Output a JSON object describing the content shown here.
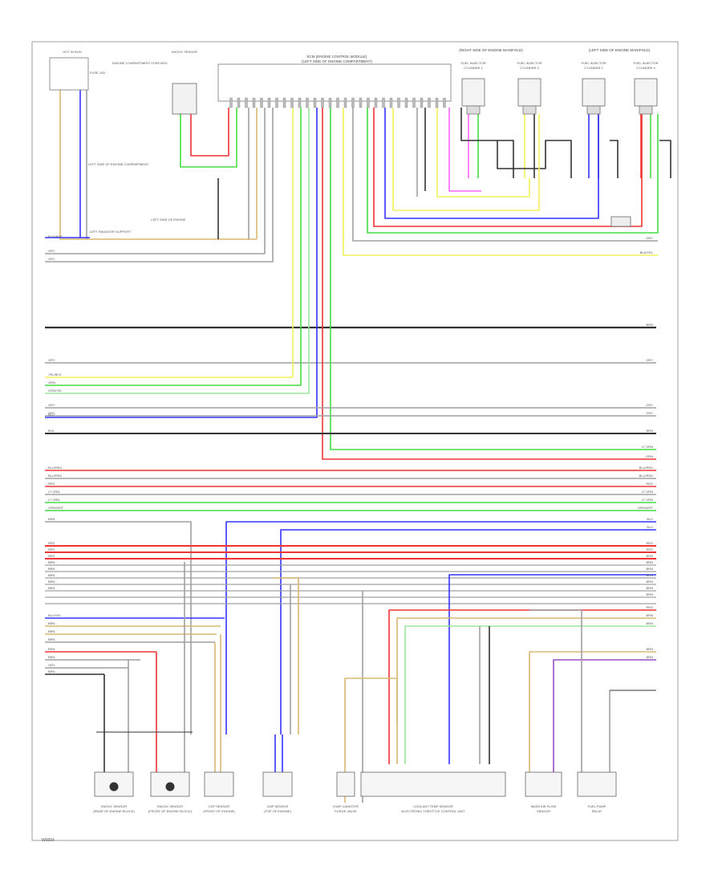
{
  "diagram": {
    "page_code": "W0004",
    "colors": {
      "red": "#ee3333",
      "green": "#44dd44",
      "blue": "#3333ff",
      "yellow": "#f2f25a",
      "black": "#333333",
      "gray": "#a0a0a0",
      "pink": "#ff66ff",
      "tan": "#d8b870",
      "violet": "#9b4dca",
      "lightgreen": "#9be89b",
      "frame": "#888888"
    },
    "top_labels": {
      "ecm": "ECM (ENGINE CONTROL MODULE)",
      "ecm_sub": "(LEFT SIDE OF ENGINE COMPARTMENT)",
      "right_bank": "(RIGHT SIDE OF ENGINE MANIFOLD)",
      "left_bank": "(LEFT SIDE OF ENGINE MANIFOLD)"
    },
    "fuel_injectors": [
      {
        "label": "FUEL INJECTOR",
        "sub": "CYLINDER 1"
      },
      {
        "label": "FUEL INJECTOR",
        "sub": "CYLINDER 3"
      },
      {
        "label": "FUEL INJECTOR",
        "sub": "CYLINDER 2"
      },
      {
        "label": "FUEL INJECTOR",
        "sub": "CYLINDER 4"
      }
    ],
    "top_left": {
      "hot_fuse": "HOT IN RUN",
      "fuse_box": "ENGINE COMPARTMENT FUSE BOX",
      "fuse": "FUSE 10A",
      "ground": "LEFT RADIATOR SUPPORT",
      "sensor": "KNOCK SENSOR",
      "splice": "LEFT SIDE OF ENGINE COMPARTMENT",
      "ground2": "LEFT SIDE OF ENGINE"
    },
    "left_wire_labels": [
      "BLK/WHT",
      "GRY",
      "GRY",
      "GRY",
      "YEL/BLK",
      "GRN",
      "GRN/YEL",
      "GRY",
      "GRY",
      "BLU",
      "BLK",
      "BLU/RED",
      "BLU/RED",
      "RED",
      "LT GRN",
      "LT GRN",
      "GRN/WHT",
      "BRN",
      "RED",
      "RED",
      "RED",
      "BRN",
      "BRN",
      "BRN",
      "BRN",
      "BRN",
      "BLU/YEL",
      "BRN",
      "BRN",
      "BRN",
      "BRN",
      "BRN",
      "GRY",
      "BRN"
    ],
    "right_wire_labels": [
      "GRY",
      "BLK/YEL",
      "BRN",
      "GRY",
      "GRY",
      "GRY",
      "BRN",
      "LT GRN",
      "GRN",
      "BLU/RED",
      "BLU/RED",
      "RED",
      "LT GRN",
      "LT GRN",
      "GRN/WHT",
      "BLU",
      "BLU",
      "RED",
      "RED",
      "BRN",
      "BRN",
      "BRN",
      "BRN",
      "BRN",
      "BRN",
      "BRN",
      "RED",
      "BRN",
      "BRN",
      "BRN",
      "BRN"
    ],
    "bottom_components": [
      {
        "label": "KNOCK SENSOR",
        "sub": "(REAR OF ENGINE BLOCK)"
      },
      {
        "label": "KNOCK SENSOR",
        "sub": "(FRONT OF ENGINE BLOCK)"
      },
      {
        "label": "CKP SENSOR",
        "sub": "(FRONT OF ENGINE)"
      },
      {
        "label": "CMP SENSOR",
        "sub": "(TOP OF ENGINE)"
      },
      {
        "label": "EVAP CANISTER",
        "sub": "PURGE VALVE"
      },
      {
        "label": "COOLANT TEMP SENSOR",
        "sub": "ELECTRONIC THROTTLE CONTROL UNIT"
      },
      {
        "label": "MASS AIR FLOW",
        "sub": "SENSOR"
      },
      {
        "label": "FUEL PUMP",
        "sub": "RELAY"
      }
    ]
  }
}
